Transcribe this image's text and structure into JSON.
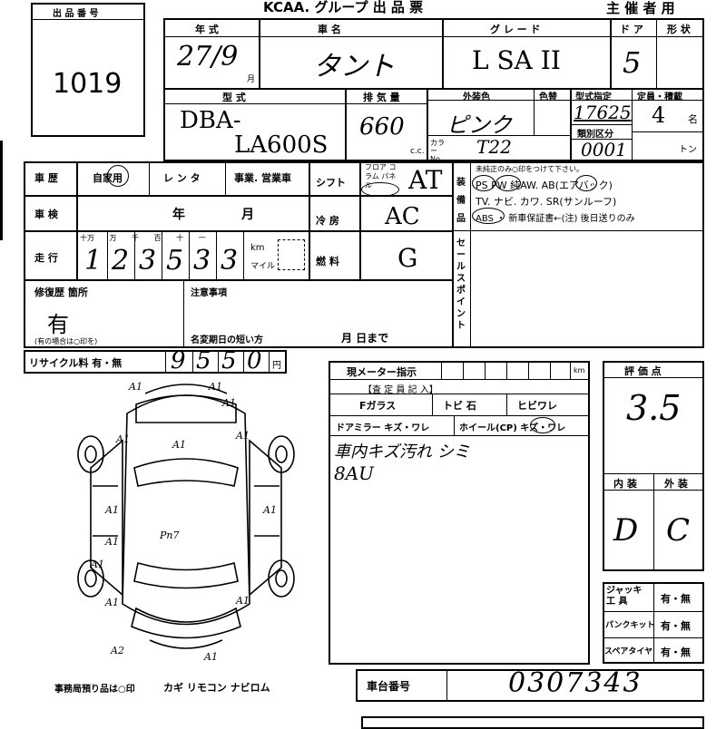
{
  "header": {
    "title": "KCAA. グループ 出 品 票",
    "organizer": "主 催 者 用",
    "lot_label": "出 品 番 号",
    "lot_number": "1019"
  },
  "labels": {
    "year": "年 式",
    "name": "車 名",
    "grade": "グ レ ー ド",
    "doors": "ド ア",
    "shape": "形 状",
    "model": "型 式",
    "displacement": "排 気 量",
    "cc": "c.c.",
    "ext_color": "外装色",
    "color_change": "色替",
    "type_designation": "型式指定",
    "capacity": "定員・積載",
    "persons": "名",
    "ton": "トン",
    "category": "類別区分",
    "color_code": "カラー No.",
    "history": "車 歴",
    "history_opts": "自家用",
    "rental": "レ ン タ",
    "business": "事業. 営業車",
    "shift": "シフト",
    "shift_opts": "フロア コラム パネル",
    "inspection": "車 検",
    "year_unit": "年",
    "month_unit": "月",
    "ac": "冷 房",
    "mileage": "走 行",
    "odo_units": "十万 万 千 百 十 一",
    "km": "km",
    "mile": "マイル",
    "fuel": "燃 料",
    "equip": "装備品",
    "equip_note": "未純正のみ○印をつけて下さい。",
    "equip_line1": "PS PW 純AW. AB(エアバック)",
    "equip_line2": "TV. ナビ. カワ. SR(サンルーフ)",
    "equip_line3": "ABS ・ 新車保証書←(注) 後日送りのみ",
    "sales_point": "セールスポイント",
    "repair": "修復歴 箇所",
    "repair_note": "(有の場合は○印を)",
    "notes": "注意事項",
    "name_change": "名変期日の短い方",
    "month_day": "月 日まで",
    "recycle": "リサイクル料 有・無",
    "yen": "円",
    "meter": "現メーター指示",
    "km_unit": "km",
    "inspector": "【査 定 員 記 入】",
    "f_glass": "Fガラス",
    "tobi_ishi": "トビ 石",
    "hibi_ware": "ヒビワレ",
    "door_mirror": "ドアミラー キズ・ワレ",
    "wheel": "ホイール(CP) キズ・ワレ",
    "rating": "評 価 点",
    "interior": "内 装",
    "exterior": "外 装",
    "jack": "ジャッキ 工 具",
    "jack_opt": "有・無",
    "puncture": "パンクキット",
    "puncture_opt": "有・無",
    "spare": "スペアタイヤ",
    "spare_opt": "有・無",
    "office_note": "事務局預り品は○印",
    "keys": "カギ リモコン ナビロム",
    "chassis_label": "車台番号"
  },
  "values": {
    "year": "27/9",
    "year_month_unit": "月",
    "name": "タント",
    "grade": "L SA II",
    "doors": "5",
    "model_line1": "DBA-",
    "model_line2": "LA600S",
    "displacement": "660",
    "color": "ピンク",
    "type_designation": "17625",
    "capacity": "4",
    "category": "0001",
    "color_code": "T22",
    "shift": "AT",
    "ac": "AC",
    "mileage_digits": [
      "1",
      "2",
      "3",
      "5",
      "3",
      "3"
    ],
    "fuel": "G",
    "repair": "有",
    "recycle_digits": [
      "9",
      "5",
      "5",
      "0"
    ],
    "rating_score": "3.5",
    "interior": "D",
    "exterior": "C",
    "remarks_line1": "車内キズ汚れ シミ",
    "remarks_line2": "8AU",
    "chassis_number": "0307343",
    "diagram_marks": [
      "A1",
      "A1",
      "A1",
      "A1",
      "A1",
      "A1",
      "A1",
      "A1",
      "A1",
      "A1",
      "Pn7",
      "A1",
      "A1",
      "A1",
      "A2"
    ]
  }
}
